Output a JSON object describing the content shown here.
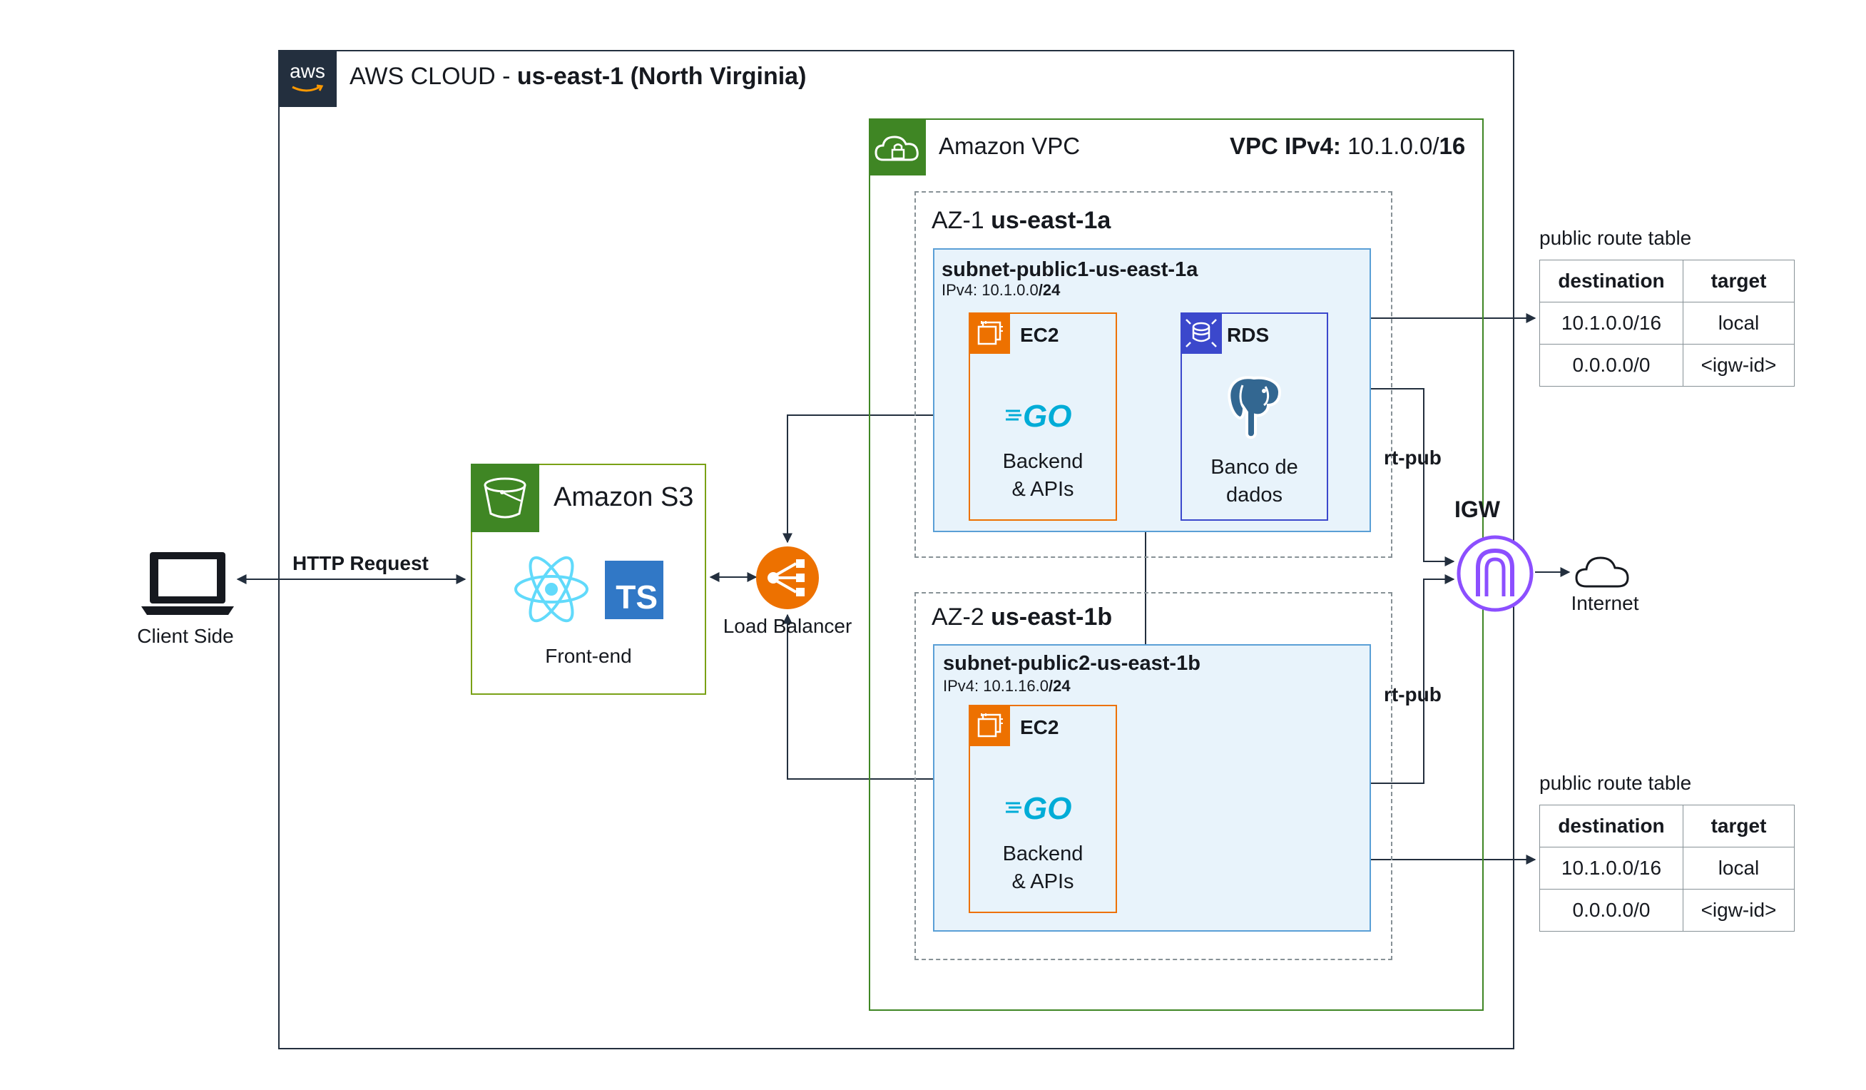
{
  "cloud": {
    "title_prefix": "AWS CLOUD - ",
    "title_bold": "us-east-1 (North Virginia)",
    "badge_text": "aws"
  },
  "vpc": {
    "title": "Amazon VPC",
    "cidr_label": "VPC IPv4:",
    "cidr_value": " 10.1.0.0/",
    "cidr_mask": "16"
  },
  "az1": {
    "prefix": "AZ-1 ",
    "name": "us-east-1a",
    "subnet": {
      "name": "subnet-public1-us-east-1a",
      "cidr_prefix": "IPv4: 10.1.0.0",
      "cidr_mask": "/24"
    },
    "ec2": {
      "label": "EC2",
      "logo": "GO",
      "caption_line1": "Backend",
      "caption_line2": "& APIs"
    },
    "rds": {
      "label": "RDS",
      "caption_line1": "Banco de",
      "caption_line2": "dados"
    }
  },
  "az2": {
    "prefix": "AZ-2 ",
    "name": "us-east-1b",
    "subnet": {
      "name": "subnet-public2-us-east-1b",
      "cidr_prefix": "IPv4: 10.1.16.0",
      "cidr_mask": "/24"
    },
    "ec2": {
      "label": "EC2",
      "logo": "GO",
      "caption_line1": "Backend",
      "caption_line2": "& APIs"
    }
  },
  "s3": {
    "title": "Amazon S3",
    "caption": "Front-end",
    "ts_badge": "TS"
  },
  "client": {
    "label": "Client Side"
  },
  "http": {
    "label": "HTTP Request"
  },
  "lb": {
    "label": "Load Balancer"
  },
  "igw": {
    "label": "IGW"
  },
  "internet": {
    "label": "Internet"
  },
  "route": {
    "label1": "rt-pub",
    "label2": "rt-pub"
  },
  "route_tables": [
    {
      "title": "public route table",
      "headers": [
        "destination",
        "target"
      ],
      "rows": [
        [
          "10.1.0.0/16",
          "local"
        ],
        [
          "0.0.0.0/0",
          "<igw-id>"
        ]
      ]
    },
    {
      "title": "public route table",
      "headers": [
        "destination",
        "target"
      ],
      "rows": [
        [
          "10.1.0.0/16",
          "local"
        ],
        [
          "0.0.0.0/0",
          "<igw-id>"
        ]
      ]
    }
  ],
  "colors": {
    "aws_dark": "#232f3e",
    "vpc_green": "#3f8624",
    "s3_border": "#7aa116",
    "ec2_orange": "#ed7100",
    "rds_blue": "#3b48cc",
    "subnet_blue": "#5a9fd6",
    "subnet_fill": "#e8f3fb",
    "igw_purple": "#8c4fff",
    "go_blue": "#00acd7",
    "react_blue": "#61dafb",
    "ts_blue": "#3178c6"
  }
}
